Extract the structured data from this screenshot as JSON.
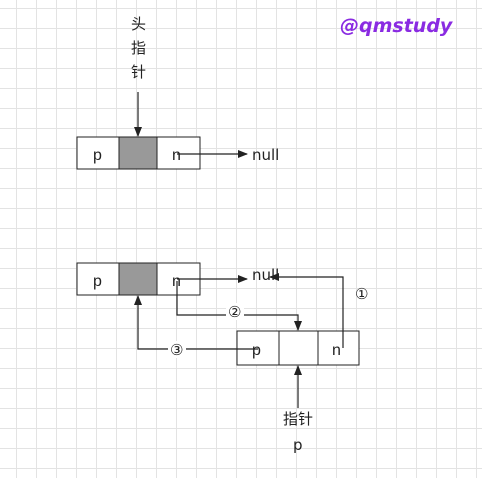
{
  "watermark": "@qmstudy",
  "head_pointer_label": [
    "头",
    "指",
    "针"
  ],
  "pointer_p_label": [
    "指针",
    "p"
  ],
  "null_label": "null",
  "cell_labels": {
    "prev": "p",
    "next": "n"
  },
  "step_labels": [
    "①",
    "②",
    "③"
  ],
  "colors": {
    "shaded_cell": "#999999",
    "line": "#222222",
    "watermark": "#8a2be2"
  }
}
